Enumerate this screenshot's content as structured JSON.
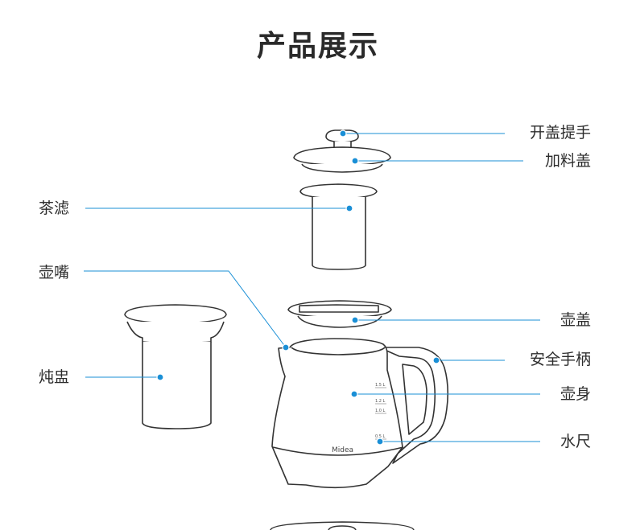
{
  "title": "产品展示",
  "accent_color": "#1a8fd6",
  "labels": {
    "lid_handle": "开盖提手",
    "filler_lid": "加料盖",
    "tea_filter": "茶滤",
    "spout": "壶嘴",
    "stew_cup": "炖盅",
    "kettle_lid": "壶盖",
    "safety_handle": "安全手柄",
    "kettle_body": "壶身",
    "water_gauge": "水尺"
  },
  "body": {
    "brand": "Midea",
    "scale": [
      "1.5 L",
      "1.2 L",
      "1.0 L",
      "0.5 L"
    ]
  }
}
